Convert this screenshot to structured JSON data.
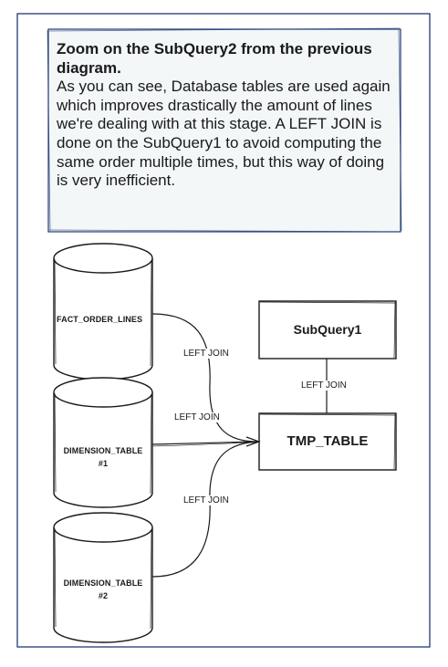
{
  "note": {
    "title": "Zoom on the SubQuery2 from the previous diagram.",
    "body": "As you can see, Database tables are used again which improves drastically the amount of lines we're dealing with at this stage. A LEFT JOIN is done on the SubQuery1 to avoid computing the same order multiple times, but this way of doing is very inefficient."
  },
  "nodes": {
    "fact_order_lines": "FACT_ORDER_LINES",
    "dimension_table_1": [
      "DIMENSION_TABLE",
      "#1"
    ],
    "dimension_table_2": [
      "DIMENSION_TABLE",
      "#2"
    ],
    "subquery1": "SubQuery1",
    "tmp_table": "TMP_TABLE"
  },
  "edges": {
    "fact_to_tmp": "LEFT JOIN",
    "dim1_to_tmp": "LEFT JOIN",
    "dim2_to_tmp": "LEFT JOIN",
    "subquery1_to_tmp": "LEFT JOIN"
  },
  "colors": {
    "outer_border": "#1f3a73",
    "note_fill": "#f3f7f7",
    "stroke": "#1a1a1a"
  }
}
